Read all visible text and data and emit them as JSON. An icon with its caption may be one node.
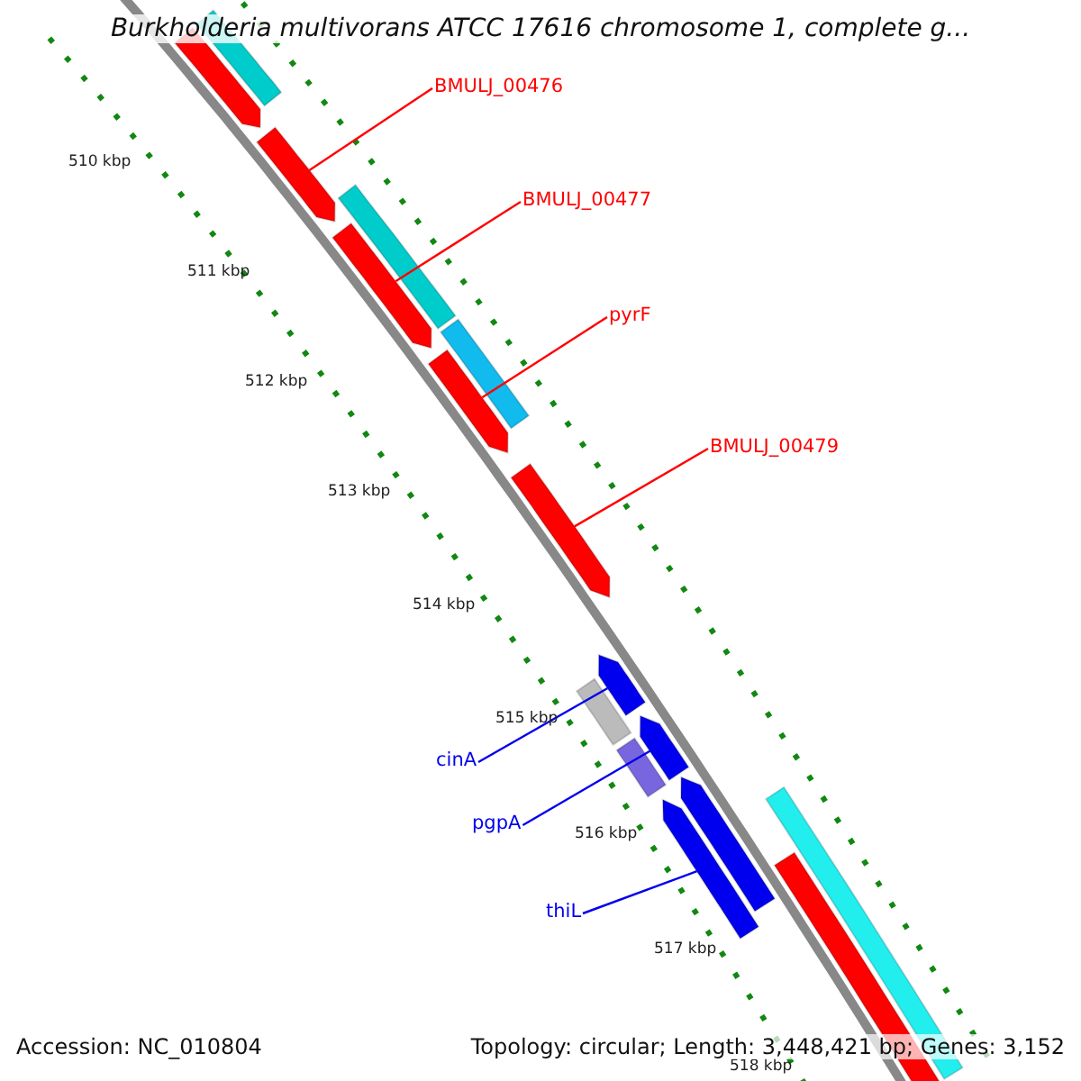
{
  "diagram": {
    "title": "Burkholderia multivorans ATCC 17616 chromosome 1, complete g...",
    "nodes": [
      {
        "text": [
          "BMULJ_00476"
        ]
      },
      {
        "text": [
          "BMULJ_00477"
        ]
      },
      {
        "text": [
          "pyrF"
        ]
      },
      {
        "text": [
          "BMULJ_00479"
        ]
      },
      {
        "text": [
          "cinA"
        ]
      },
      {
        "text": [
          "pgpA"
        ]
      },
      {
        "text": [
          "thiL"
        ]
      },
      {
        "text": [],
        "shape": "bar"
      },
      {
        "text": [],
        "shape": "bar"
      },
      {
        "text": [],
        "shape": "bar"
      },
      {
        "text": [],
        "shape": "bar"
      },
      {
        "text": [],
        "shape": "bar"
      },
      {
        "text": [],
        "shape": "bar"
      },
      {
        "text": [],
        "shape": "bar"
      },
      {
        "text": [],
        "shape": "bar"
      },
      {
        "text": [],
        "shape": "box"
      },
      {
        "text": [],
        "shape": "box"
      },
      {
        "text": [],
        "shape": "box"
      },
      {
        "text": [],
        "shape": "box"
      },
      {
        "text": [],
        "shape": "box"
      },
      {
        "text": [],
        "shape": "bar"
      },
      {
        "text": [],
        "shape": "box"
      },
      {
        "text": [],
        "shape": "box"
      }
    ],
    "edges": [
      {
        "from": 0,
        "to": 7,
        "arrow": "none"
      },
      {
        "from": 1,
        "to": 8,
        "arrow": "none"
      },
      {
        "from": 2,
        "to": 9,
        "arrow": "none"
      },
      {
        "from": 3,
        "to": 10,
        "arrow": "none"
      },
      {
        "from": 4,
        "to": 11,
        "arrow": "none",
        "color": "#0000ee"
      },
      {
        "from": 5,
        "to": 12,
        "arrow": "none",
        "color": "#0000ee"
      },
      {
        "from": 6,
        "to": 13,
        "arrow": "none",
        "color": "#0000ee"
      }
    ],
    "labels": [
      "510 kbp",
      "511 kbp",
      "512 kbp",
      "513 kbp",
      "514 kbp",
      "515 kbp",
      "516 kbp",
      "517 kbp",
      "518 kbp",
      "Accession: NC_010804",
      "Topology: circular; Length: 3,448,421 bp; Genes: 3,152"
    ]
  }
}
